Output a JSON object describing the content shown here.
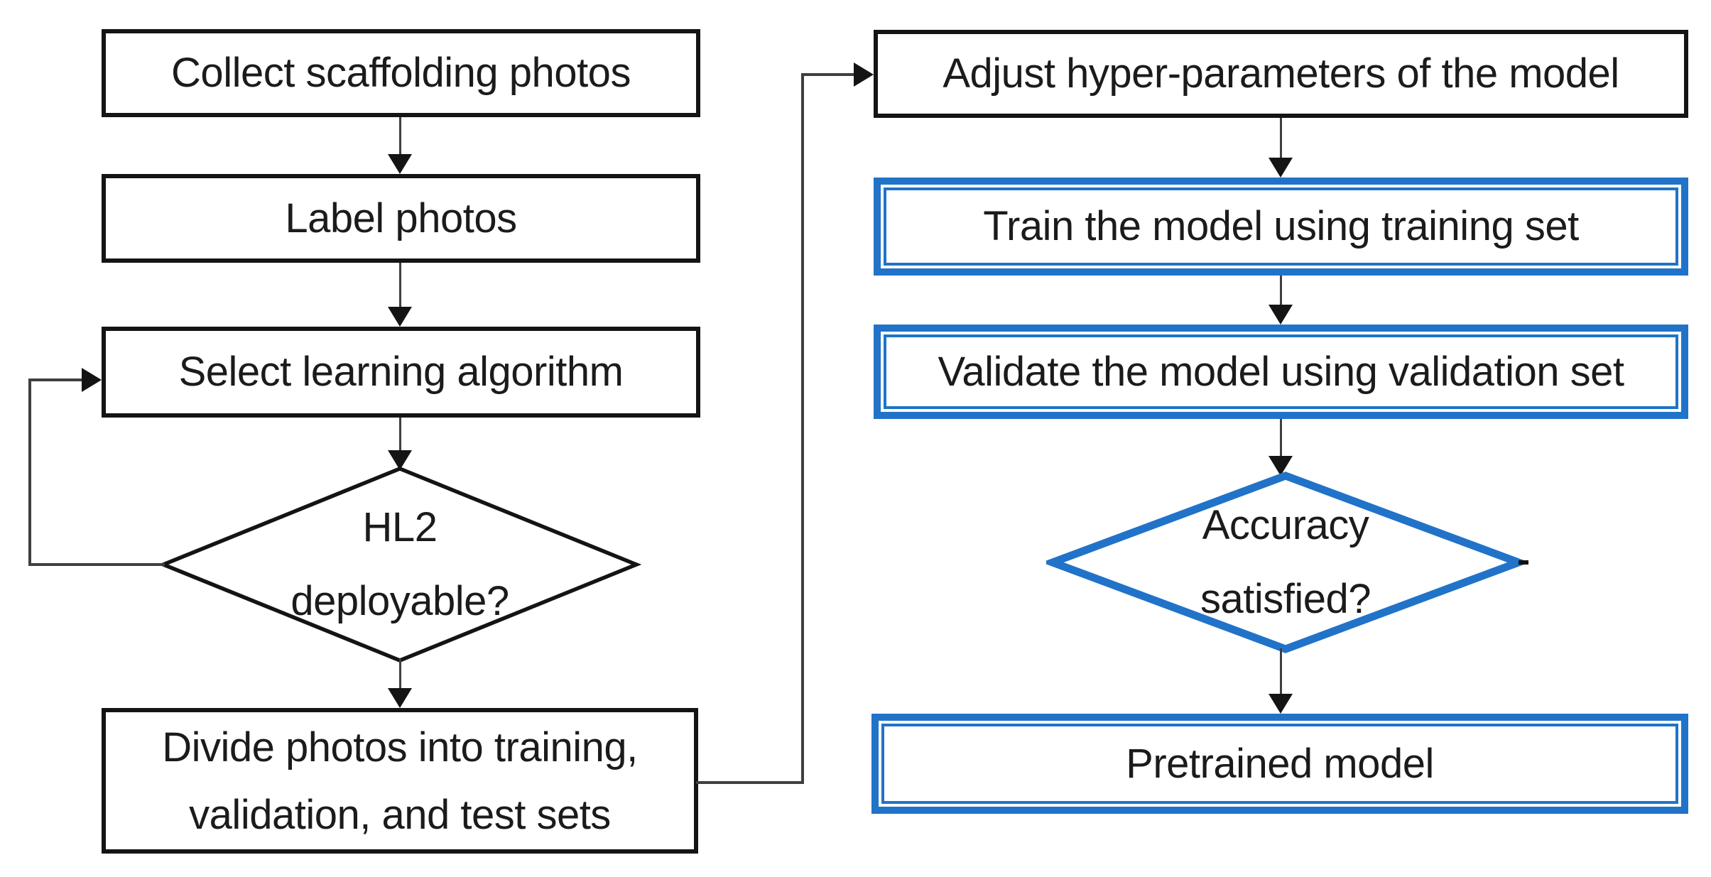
{
  "colors": {
    "box_border_black": "#141414",
    "accent_blue": "#2073c8",
    "connector_gray": "#3f3f3f",
    "text": "#1b1b1b",
    "background": "#ffffff"
  },
  "flowchart": {
    "left_column": {
      "collect": {
        "label": "Collect scaffolding photos"
      },
      "label_photos": {
        "label": "Label photos"
      },
      "select_algorithm": {
        "label": "Select learning algorithm"
      },
      "hl2_decision": {
        "line1": "HL2",
        "line2": "deployable?"
      },
      "divide": {
        "line1": "Divide photos into training,",
        "line2": "validation, and test sets"
      }
    },
    "right_column": {
      "adjust": {
        "label": "Adjust hyper-parameters of the model"
      },
      "train": {
        "label": "Train the model using training set"
      },
      "validate": {
        "label": "Validate the model using validation set"
      },
      "accuracy_decision": {
        "line1": "Accuracy",
        "line2": "satisfied?"
      },
      "pretrained": {
        "label": "Pretrained model"
      }
    }
  }
}
